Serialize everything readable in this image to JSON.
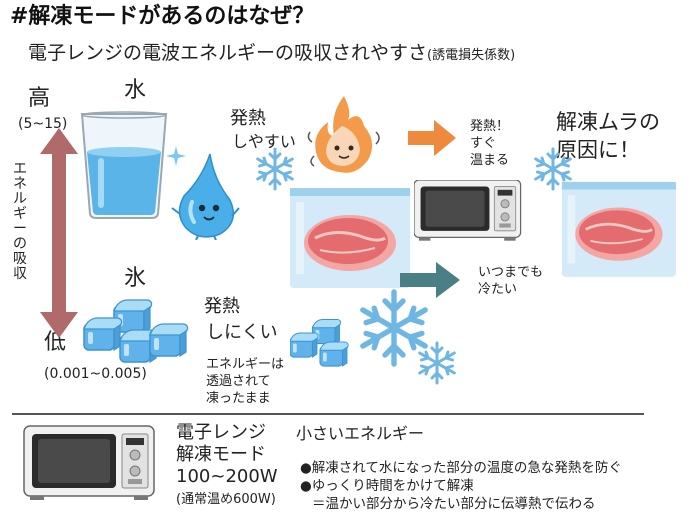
{
  "title": "#解凍モードがあるのはなぜ？",
  "subtitle": "電子レンジの電波エネルギーの吸収されやすさ",
  "subtitle_note": "(誘電損失係数)",
  "axis": {
    "high_label": "高",
    "high_range": "(5~15)",
    "low_label": "低",
    "low_range": "(0.001~0.005)",
    "vertical_label": "エネルギーの吸収"
  },
  "water": {
    "label": "水"
  },
  "ice": {
    "label": "氷"
  },
  "water_heat": {
    "line1": "発熱",
    "line2": "しやすい"
  },
  "ice_heat": {
    "line1": "発熱",
    "line2": "しにくい"
  },
  "ice_note": {
    "line1": "エネルギーは",
    "line2": "透過されて",
    "line3": "凍ったまま"
  },
  "hot_result": {
    "line1": "発熱！",
    "line2": "すぐ",
    "line3": "温まる"
  },
  "cold_result": {
    "line1": "いつまでも",
    "line2": "冷たい"
  },
  "uneven": {
    "line1": "解凍ムラの",
    "line2": "原因に！"
  },
  "microwave_mode": {
    "line1": "電子レンジ",
    "line2": "解凍モード",
    "line3": "100~200W",
    "line4": "(通常温め600W)"
  },
  "small_energy": {
    "heading": "小さいエネルギー",
    "bullet1": "●解凍されて水になった部分の温度の急な発熱を防ぐ",
    "bullet2": "●ゆっくり時間をかけて解凍",
    "bullet3": "＝温かい部分から冷たい部分に伝導熱で伝わる"
  },
  "colors": {
    "axis_arrow": "#b06a6a",
    "hot_arrow": "#ee8a3c",
    "cold_arrow": "#4b7f86",
    "water": "#5ab4e8",
    "ice": "#7cc4ee",
    "meat": "#e8787a",
    "snowflake": "#6fb6e3"
  },
  "icons": [
    "water-glass-icon",
    "water-drop-character-icon",
    "ice-cubes-icon",
    "fire-character-icon",
    "microwave-icon",
    "frozen-meat-bag-icon",
    "snowflake-icon",
    "arrow-right-icon",
    "double-arrow-vertical-icon"
  ]
}
